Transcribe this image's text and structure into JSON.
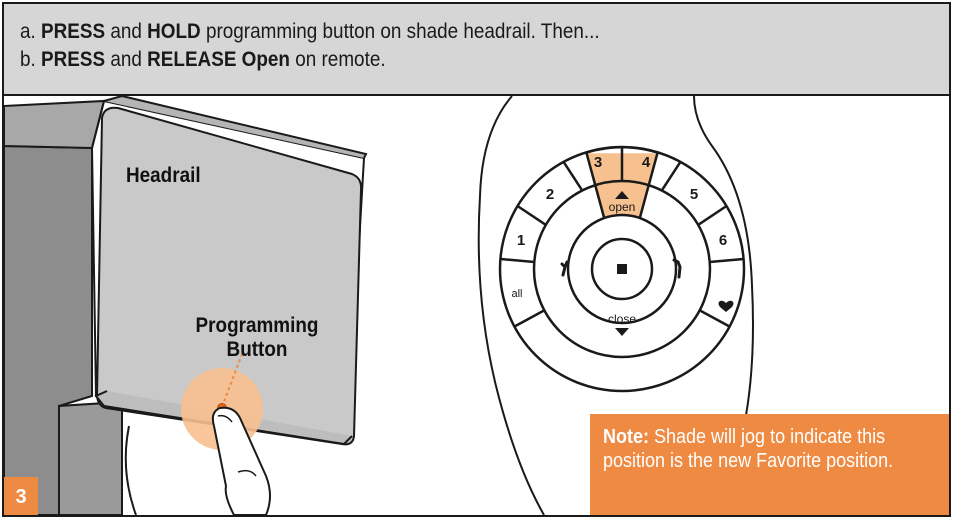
{
  "instructions": {
    "line_a": {
      "prefix": "a. ",
      "press": "PRESS",
      "and": " and ",
      "hold": "HOLD",
      "rest": " programming button on shade headrail.  Then..."
    },
    "line_b": {
      "prefix": "b. ",
      "press": "PRESS",
      "and": " and ",
      "release_open": "RELEASE Open",
      "rest": " on remote."
    }
  },
  "labels": {
    "headrail": "Headrail",
    "programming_button_line1": "Programming",
    "programming_button_line2": "Button"
  },
  "remote": {
    "buttons": {
      "b3": "3",
      "b4": "4",
      "b2": "2",
      "b5": "5",
      "b1": "1",
      "b6": "6",
      "all": "all",
      "open": "open",
      "close": "close"
    },
    "highlight_color": "#f7c08f"
  },
  "step_number": "3",
  "note": {
    "label": "Note:",
    "text": " Shade will jog to indicate this position is the new Favorite position."
  },
  "colors": {
    "accent": "#ee8a42",
    "header_bg": "#d6d6d6",
    "headrail_face": "#c9c9c9"
  }
}
